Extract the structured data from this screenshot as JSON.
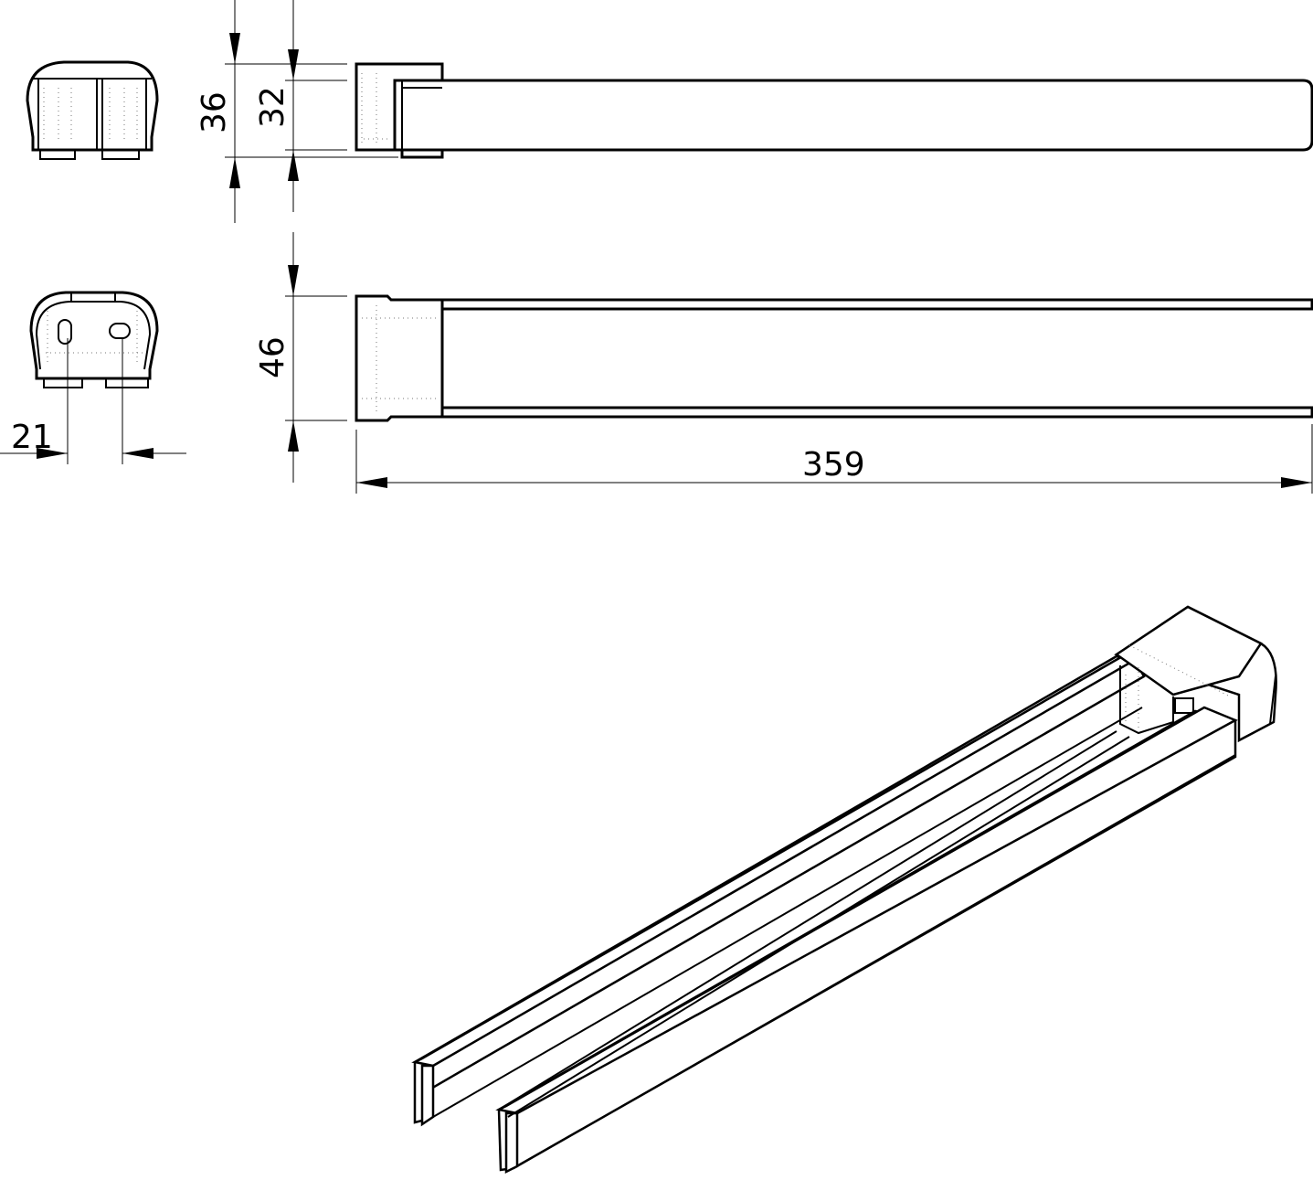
{
  "dimensions": {
    "overall_height": "36",
    "bar_height": "32",
    "overall_width": "46",
    "bar_spacing": "21",
    "overall_length": "359"
  },
  "colors": {
    "line": "#000000",
    "hidden_line": "#777777",
    "background": "#ffffff"
  }
}
